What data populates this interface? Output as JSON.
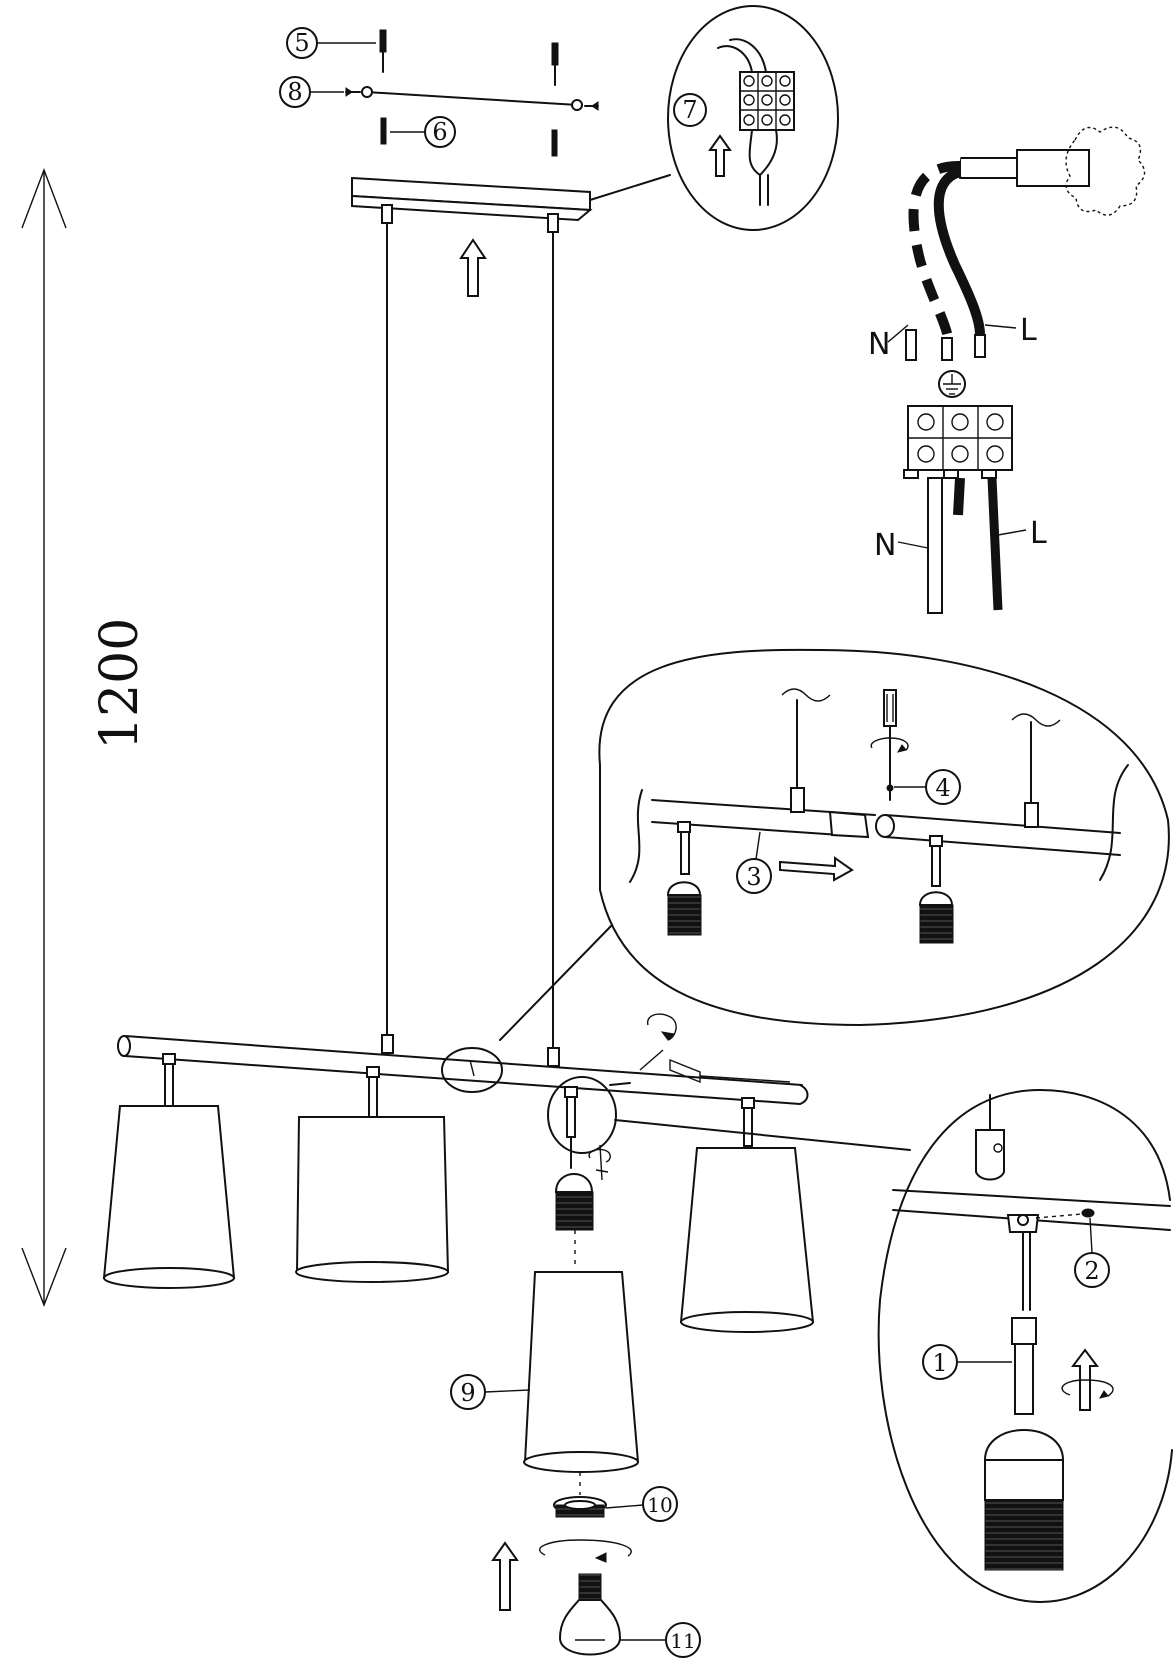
{
  "dimension": {
    "value": "1200"
  },
  "callouts": {
    "c1": "1",
    "c2": "2",
    "c3": "3",
    "c4": "4",
    "c5": "5",
    "c6": "6",
    "c7": "7",
    "c8": "8",
    "c9": "9",
    "c10": "10",
    "c11": "11"
  },
  "wire_labels": {
    "n_top": "N",
    "l_top": "L",
    "n_bottom": "N",
    "l_bottom": "L"
  }
}
